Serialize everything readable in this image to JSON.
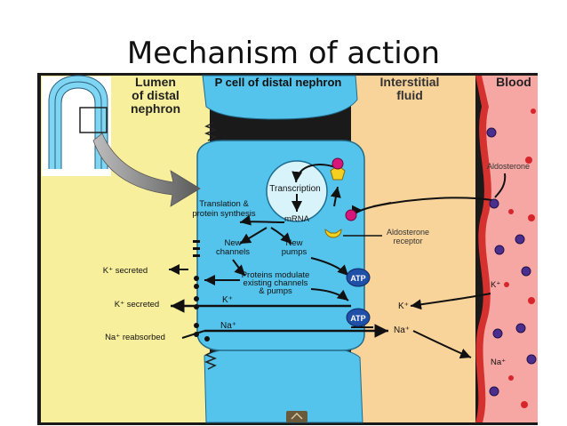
{
  "slide": {
    "title": "Mechanism of action"
  },
  "regions": {
    "lumen": "Lumen\nof distal\nnephron",
    "pcell": "P cell of distal nephron",
    "interstitial": "Interstitial\nfluid",
    "blood": "Blood"
  },
  "labels": {
    "transcription": "Transcription",
    "mrna": "mRNA",
    "translation": "Translation &\nprotein synthesis",
    "new_channels": "New\nchannels",
    "new_pumps": "New\npumps",
    "proteins_modulate": "Proteins modulate\nexisting channels\n& pumps",
    "atp": "ATP",
    "k_plus": "K⁺",
    "na_plus": "Na⁺",
    "k_secreted": "K⁺ secreted",
    "na_reabsorbed": "Na⁺ reabsorbed",
    "aldosterone": "Aldosterone",
    "aldosterone_receptor": "Aldosterone\nreceptor"
  },
  "colors": {
    "lumen": "#f8ef9c",
    "cell": "#55c4ec",
    "interstitial": "#f9d49a",
    "blood": "#f7a7a3",
    "aldosterone_dot": "#4a2f8f",
    "receptor": "#f5d020",
    "hormone": "#d8157a",
    "atp": "#1f4fa6"
  }
}
